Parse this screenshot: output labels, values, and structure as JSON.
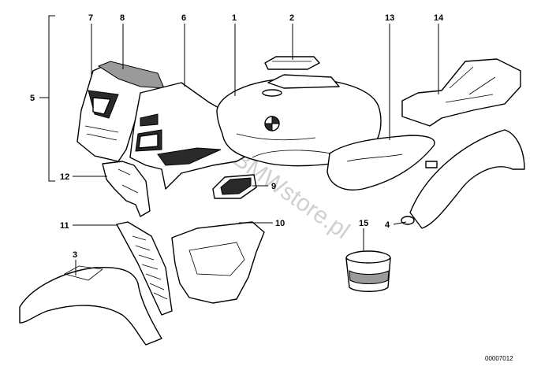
{
  "diagram": {
    "callouts": {
      "c1": "1",
      "c2": "2",
      "c3": "3",
      "c4": "4",
      "c5": "5",
      "c6": "6",
      "c7": "7",
      "c8": "8",
      "c9": "9",
      "c10": "10",
      "c11": "11",
      "c12": "12",
      "c13": "13",
      "c14": "14",
      "c15": "15"
    },
    "watermark": "www.BMWstore.pl",
    "reference_number": "00007012"
  },
  "colors": {
    "line": "#000000",
    "watermark": "#d0d0d0",
    "background": "#ffffff"
  }
}
